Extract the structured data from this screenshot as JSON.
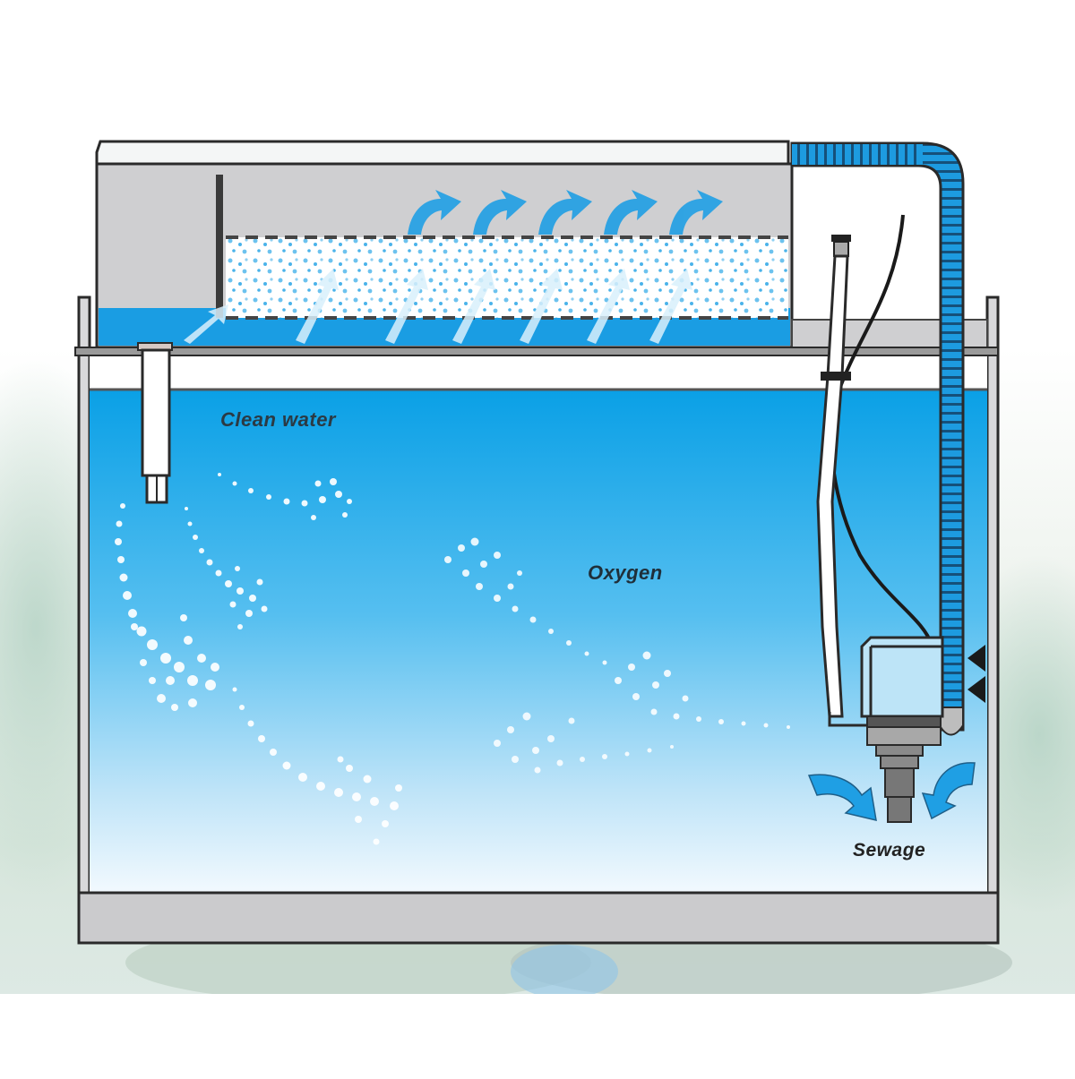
{
  "diagram": {
    "title": "Aquarium top filter water circulation",
    "labels": {
      "clean_water": "Clean water",
      "oxygen": "Oxygen",
      "sewage": "Sewage"
    },
    "components": [
      "top-filter-box",
      "filter-sponge-media",
      "outflow-spout",
      "corrugated-outlet-hose",
      "power-cord",
      "air-tube",
      "submersible-pump",
      "pump-intake",
      "suction-cups",
      "aquarium-tank",
      "tank-base"
    ],
    "colors": {
      "water_top": "#0fa3e8",
      "water_bottom": "#eaf6fd",
      "housing_gray": "#cfcfd1",
      "outline": "#2a2a2a",
      "hose_blue": "#1d9be0",
      "bubbles": "#ffffff"
    }
  }
}
